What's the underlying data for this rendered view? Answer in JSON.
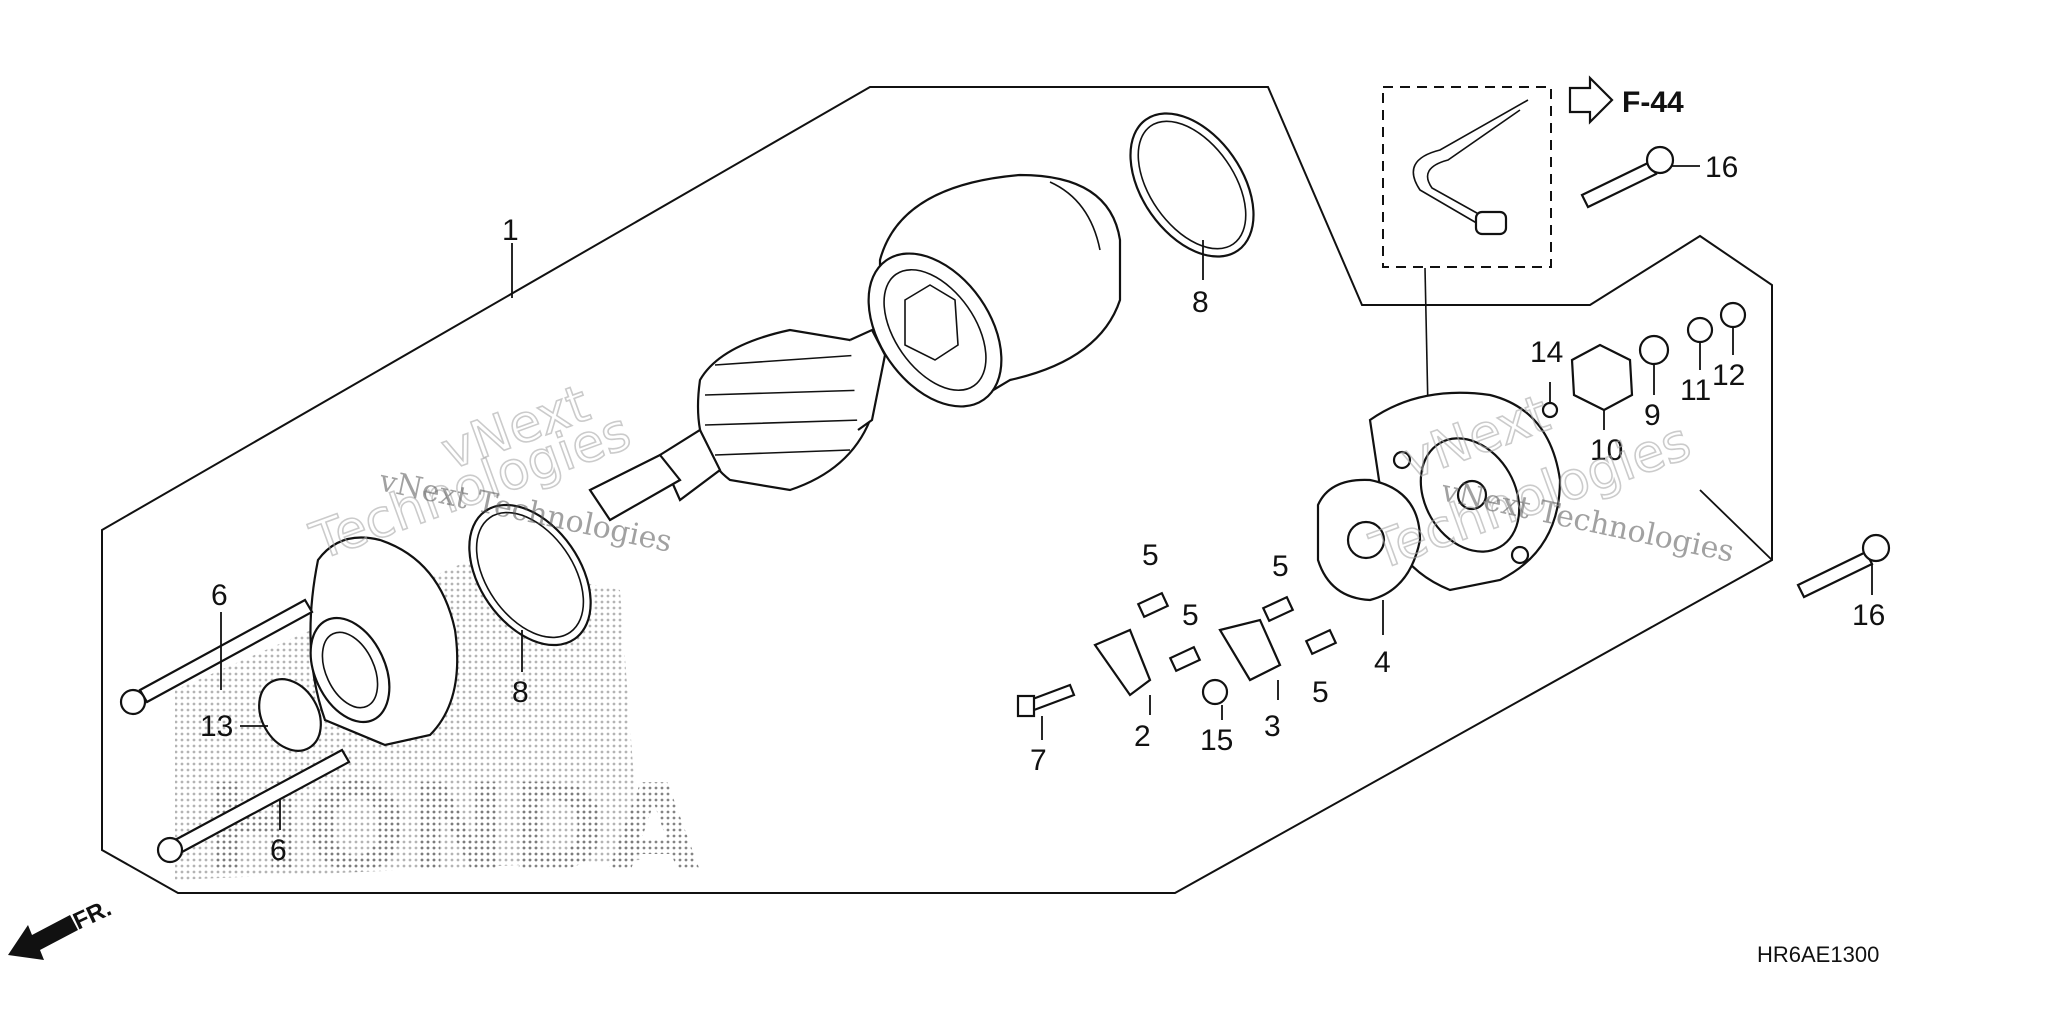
{
  "diagram": {
    "reference_arrow": {
      "label": "F-44",
      "icon": "outline-arrow-right-icon"
    },
    "front_indicator": {
      "label": "FR.",
      "icon": "front-arrow-icon"
    },
    "diagram_code": "HR6AE1300",
    "watermarks": [
      "vNext",
      "Technologies",
      "vNext Technologies",
      "vNext",
      "Technologies",
      "vNext Technologies"
    ],
    "brand_watermark": "HONDA",
    "callouts": [
      "1",
      "2",
      "3",
      "4",
      "5",
      "5",
      "5",
      "5",
      "6",
      "6",
      "7",
      "8",
      "8",
      "9",
      "10",
      "11",
      "12",
      "13",
      "14",
      "15",
      "16",
      "16"
    ]
  }
}
